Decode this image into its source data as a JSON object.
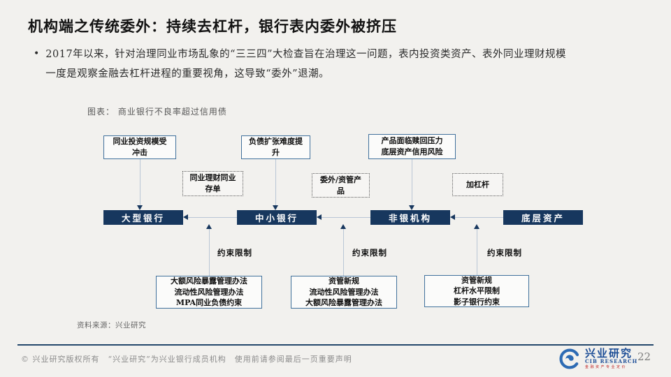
{
  "page": {
    "title": "机构端之传统委外：持续去杠杆，银行表内委外被挤压",
    "bullet_marker": "•",
    "bullet": "2017年以来，针对治理同业市场乱象的“三三四”大检查旨在治理这一问题，表内投资类资产、表外同业理财规模\n一度是观察金融去杠杆进程的重要视角，这导致“委外”退潮。",
    "page_number": "22"
  },
  "diagram": {
    "caption": "图表：  商业银行不良率超过信用债",
    "top_boxes": [
      "同业投资规模受\n冲击",
      "负债扩张难度提\n升",
      "产品面临赎回压力\n底层资产信用风险"
    ],
    "channel_boxes": [
      "同业理财同业\n存单",
      "委外/资管产\n品",
      "加杠杆"
    ],
    "entities": [
      "大型银行",
      "中小银行",
      "非银机构",
      "底层资产"
    ],
    "constraint_labels": [
      "约束限制",
      "约束限制",
      "约束限制"
    ],
    "policy_boxes": [
      "大额风险暴露管理办法\n流动性风险管理办法\nMPA同业负债约束",
      "资管新规\n流动性风险管理办法\n大额风险暴露管理办法",
      "资管新规\n杠杆水平限制\n影子银行约束"
    ],
    "source": "资料来源：兴业研究"
  },
  "footer": {
    "text": "© 兴业研究版权所有　“兴业研究”为兴业银行成员机构　使用前请参阅最后一页重要声明",
    "logo": {
      "name_cn": "兴业研究",
      "name_en": "CIB RESEARCH",
      "tagline": "金融资产专业定价"
    }
  },
  "colors": {
    "background": "#f2f1ee",
    "banner_navy": "#17375e",
    "box_border_blue": "#41719c",
    "connector_blue": "#b9c6d5",
    "footer_rule_navy": "#24476b",
    "logo_blue": "#1c4d96",
    "logo_red": "#c01f1f"
  }
}
